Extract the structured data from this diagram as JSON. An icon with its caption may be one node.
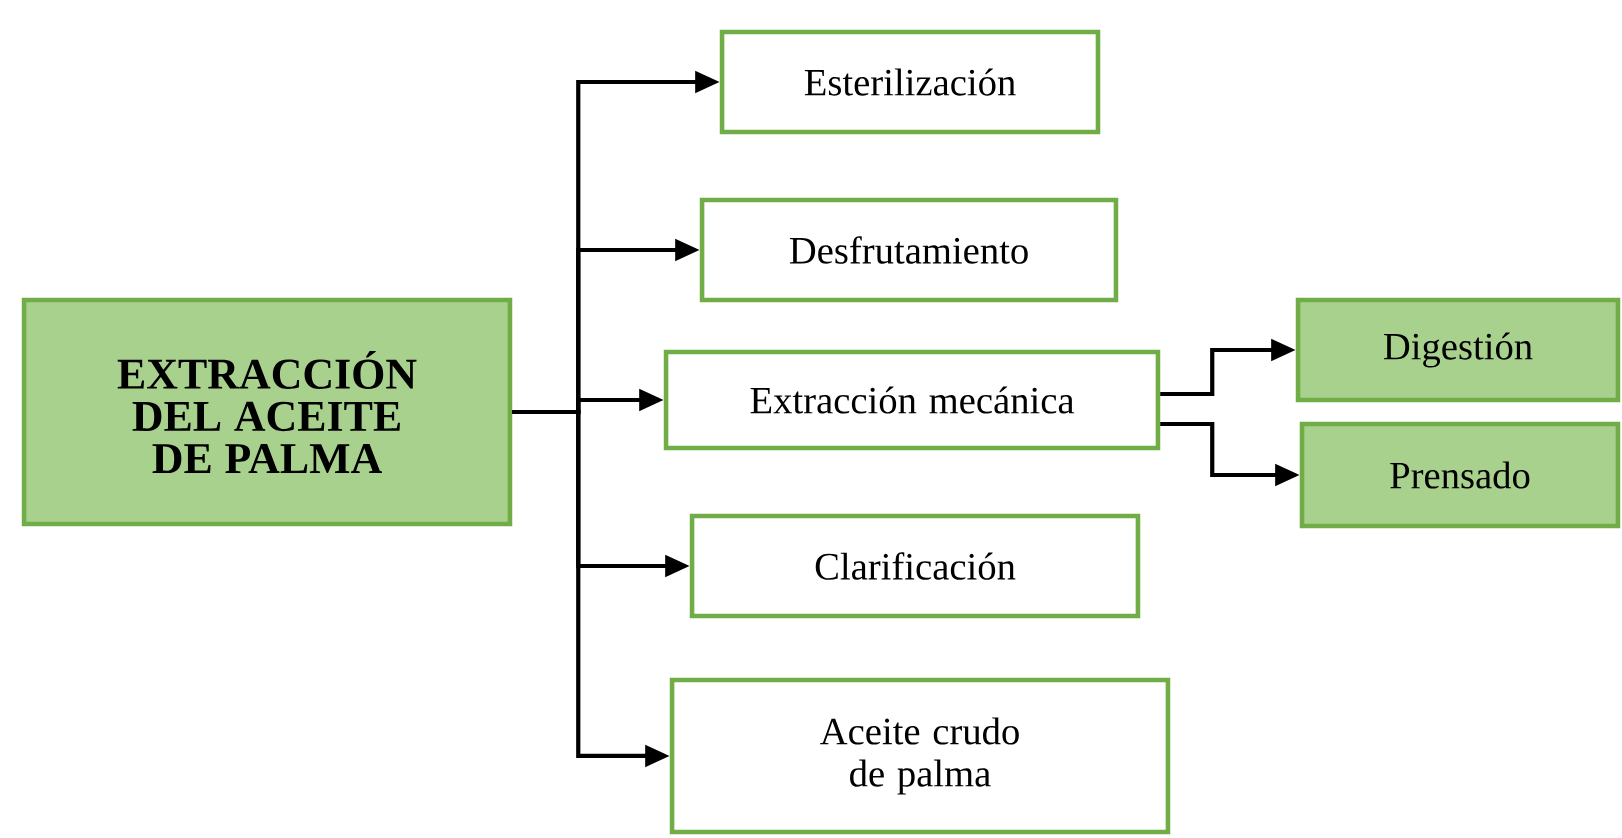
{
  "diagram": {
    "nodes": [
      {
        "text": [
          "EXTRACCIÓN DEL ACEITE DE PALMA"
        ]
      },
      {
        "text": [
          "Esterilización"
        ]
      },
      {
        "text": [
          "Desfrutamiento"
        ]
      },
      {
        "text": [
          "Extracción mecánica"
        ]
      },
      {
        "text": [
          "Clarificación"
        ]
      },
      {
        "text": [
          "Aceite crudo de palma"
        ]
      },
      {
        "text": [
          "Digestión"
        ]
      },
      {
        "text": [
          "Prensado"
        ]
      }
    ],
    "edges": [
      {
        "from": 0,
        "to": 1,
        "arrow": "to"
      },
      {
        "from": 0,
        "to": 2,
        "arrow": "to"
      },
      {
        "from": 0,
        "to": 3,
        "arrow": "to"
      },
      {
        "from": 0,
        "to": 4,
        "arrow": "to"
      },
      {
        "from": 0,
        "to": 5,
        "arrow": "to"
      },
      {
        "from": 3,
        "to": 6,
        "arrow": "to"
      },
      {
        "from": 3,
        "to": 7,
        "arrow": "to"
      }
    ]
  }
}
